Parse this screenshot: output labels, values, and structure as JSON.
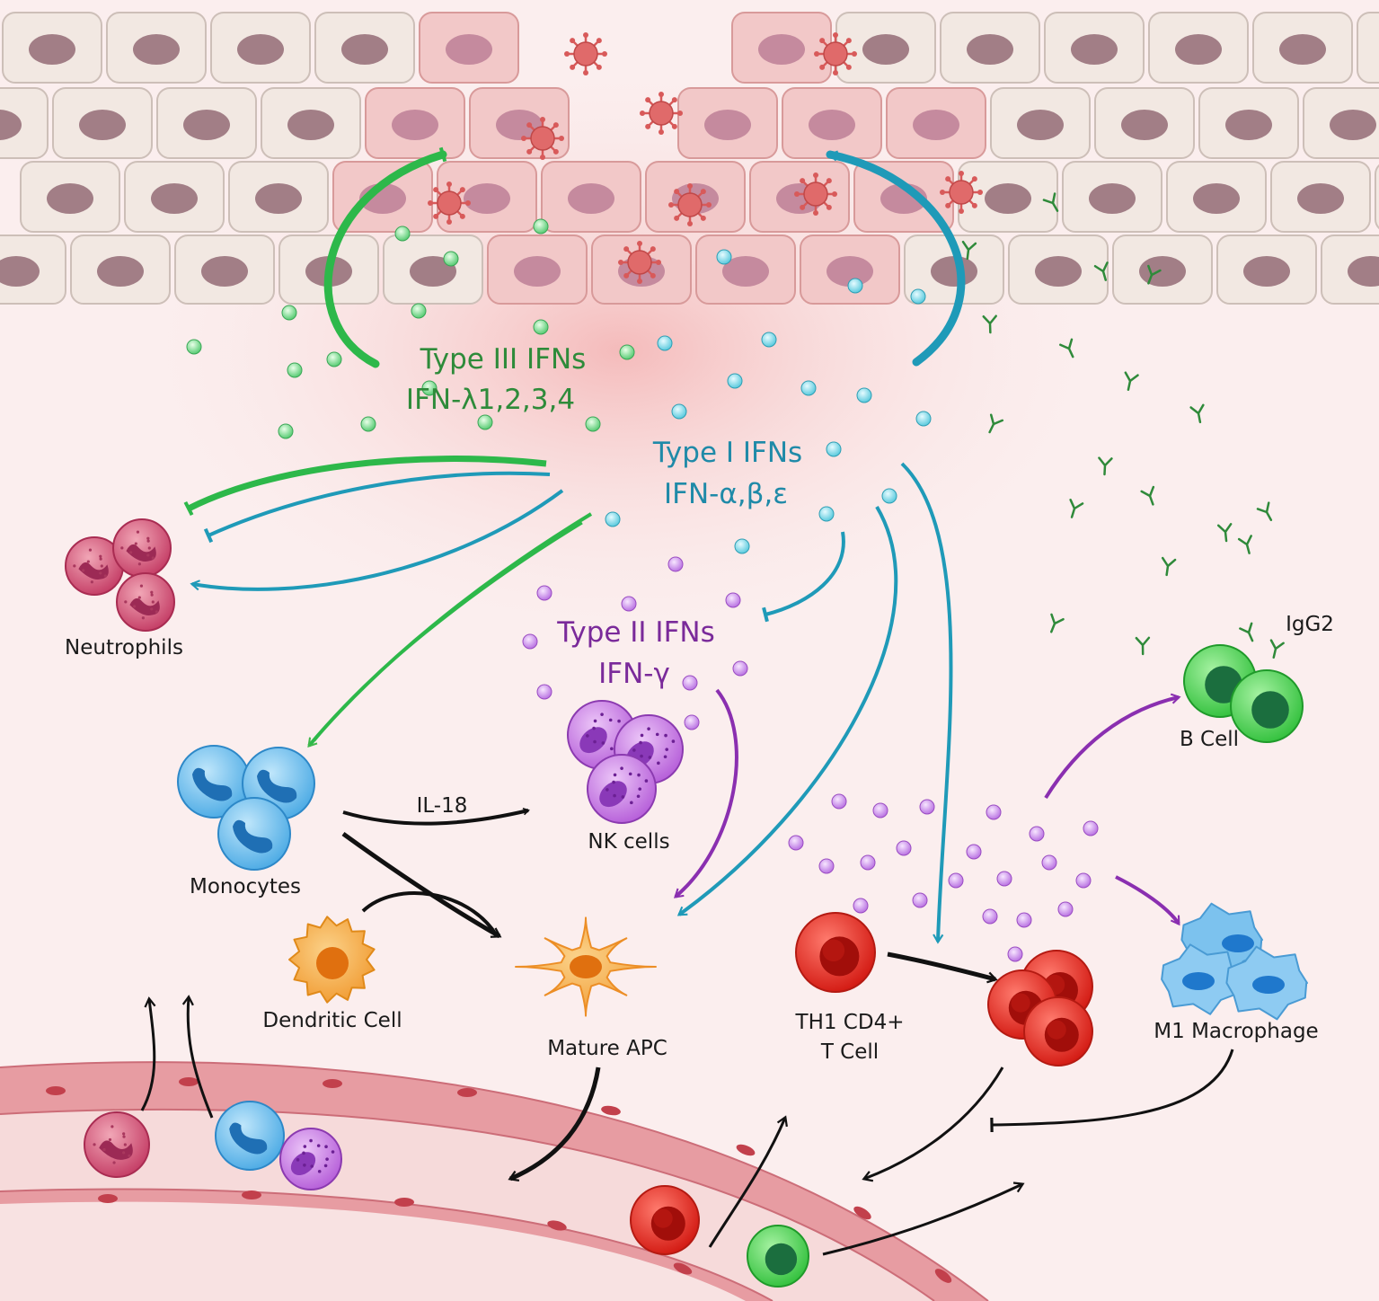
{
  "colors": {
    "type1": "#1f9ab8",
    "type2": "#8a2fb0",
    "type3": "#2db84a",
    "background": "#fbeeee",
    "healthy_cell": "#f2e8e2",
    "infected_cell": "#f2c8c8",
    "nucleus": "#a27e86",
    "virus": "#d85a5a"
  },
  "ifn_groups": {
    "type3": {
      "title": "Type III IFNs",
      "subtitle": "IFN-λ1,2,3,4"
    },
    "type1": {
      "title": "Type I IFNs",
      "subtitle": "IFN-α,β,ε"
    },
    "type2": {
      "title": "Type II IFNs",
      "subtitle": "IFN-γ"
    }
  },
  "cells": {
    "neutrophils": "Neutrophils",
    "monocytes": "Monocytes",
    "nk_cells": "NK cells",
    "dendritic_cell": "Dendritic Cell",
    "mature_apc": "Mature APC",
    "th1_line1": "TH1 CD4+",
    "th1_line2": "T Cell",
    "m1_macrophage": "M1 Macrophage",
    "b_cell": "B Cell"
  },
  "mediators": {
    "il18": "IL-18",
    "igg2": "IgG2"
  },
  "icons": [
    "virus-icon",
    "antibody-icon",
    "neutrophil-icon",
    "monocyte-icon",
    "nk-cell-icon",
    "dendritic-cell-icon",
    "apc-icon",
    "t-cell-icon",
    "b-cell-icon",
    "macrophage-icon"
  ]
}
